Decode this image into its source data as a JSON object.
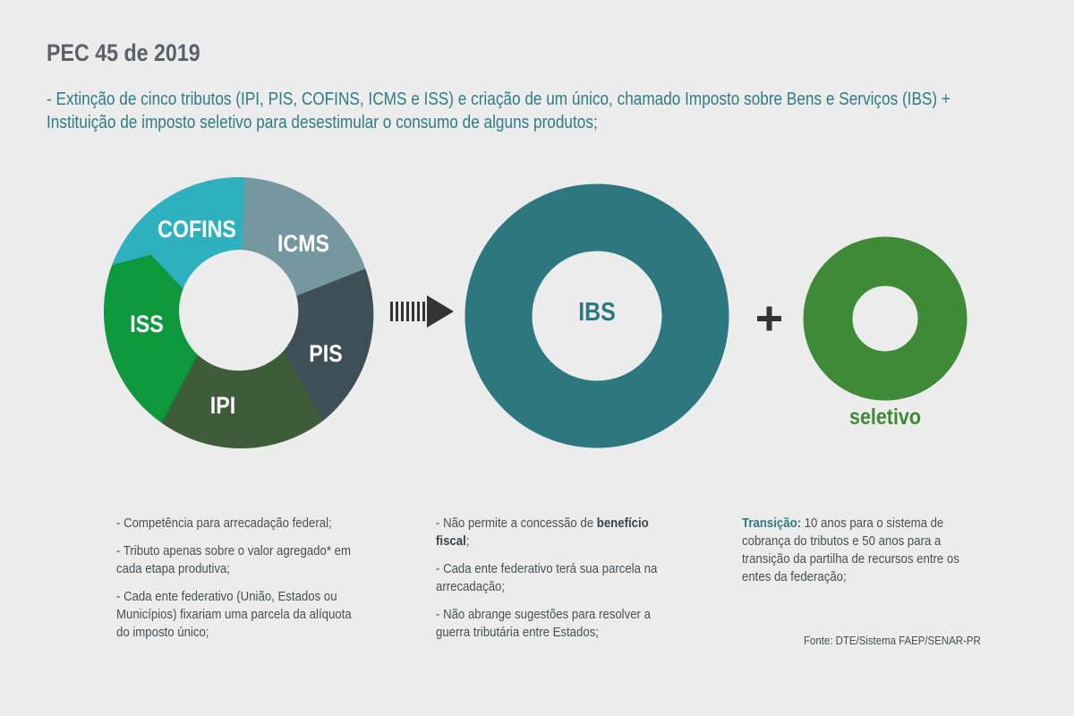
{
  "header": {
    "title": "PEC 45 de 2019",
    "subtitle": "- Extinção de cinco tributos (IPI, PIS, COFINS, ICMS e ISS) e criação de um único, chamado Imposto sobre Bens e Serviços (IBS) + Instituição de imposto seletivo para desestimular o consumo de alguns produtos;"
  },
  "cycle": {
    "segments": [
      {
        "label": "COFINS",
        "color": "#2fb0bf"
      },
      {
        "label": "ICMS",
        "color": "#7598a0"
      },
      {
        "label": "PIS",
        "color": "#3f4f57"
      },
      {
        "label": "IPI",
        "color": "#3d5c38"
      },
      {
        "label": "ISS",
        "color": "#0d983e"
      }
    ]
  },
  "arrow": {
    "icon": "dashed-arrow-right-icon",
    "color": "#333333"
  },
  "ibs": {
    "label": "IBS",
    "color": "#2d7880"
  },
  "plus": {
    "symbol": "+",
    "color": "#333333"
  },
  "seletivo": {
    "label": "seletivo",
    "color": "#3e8a36"
  },
  "notes": {
    "col1": [
      "- Competência para arrecadação federal;",
      "- Tributo apenas sobre o valor agregado* em cada etapa produtiva;",
      "- Cada ente federativo (União, Estados ou Municípios) fixariam uma parcela da alíquota do imposto único;"
    ],
    "col2": {
      "item1_prefix": "- Não permite a concessão de ",
      "item1_bold": "benefício fiscal",
      "item1_suffix": ";",
      "item2": "- Cada ente federativo terá sua parcela na arrecadação;",
      "item3": "- Não abrange sugestões para resolver a guerra tributária entre Estados;"
    },
    "col3": {
      "bold": "Transição:",
      "text": " 10 anos para o sistema de cobrança do tributos e 50 anos para a transição da partilha de recursos entre os entes da federação;"
    }
  },
  "source": "Fonte: DTE/Sistema FAEP/SENAR-PR"
}
